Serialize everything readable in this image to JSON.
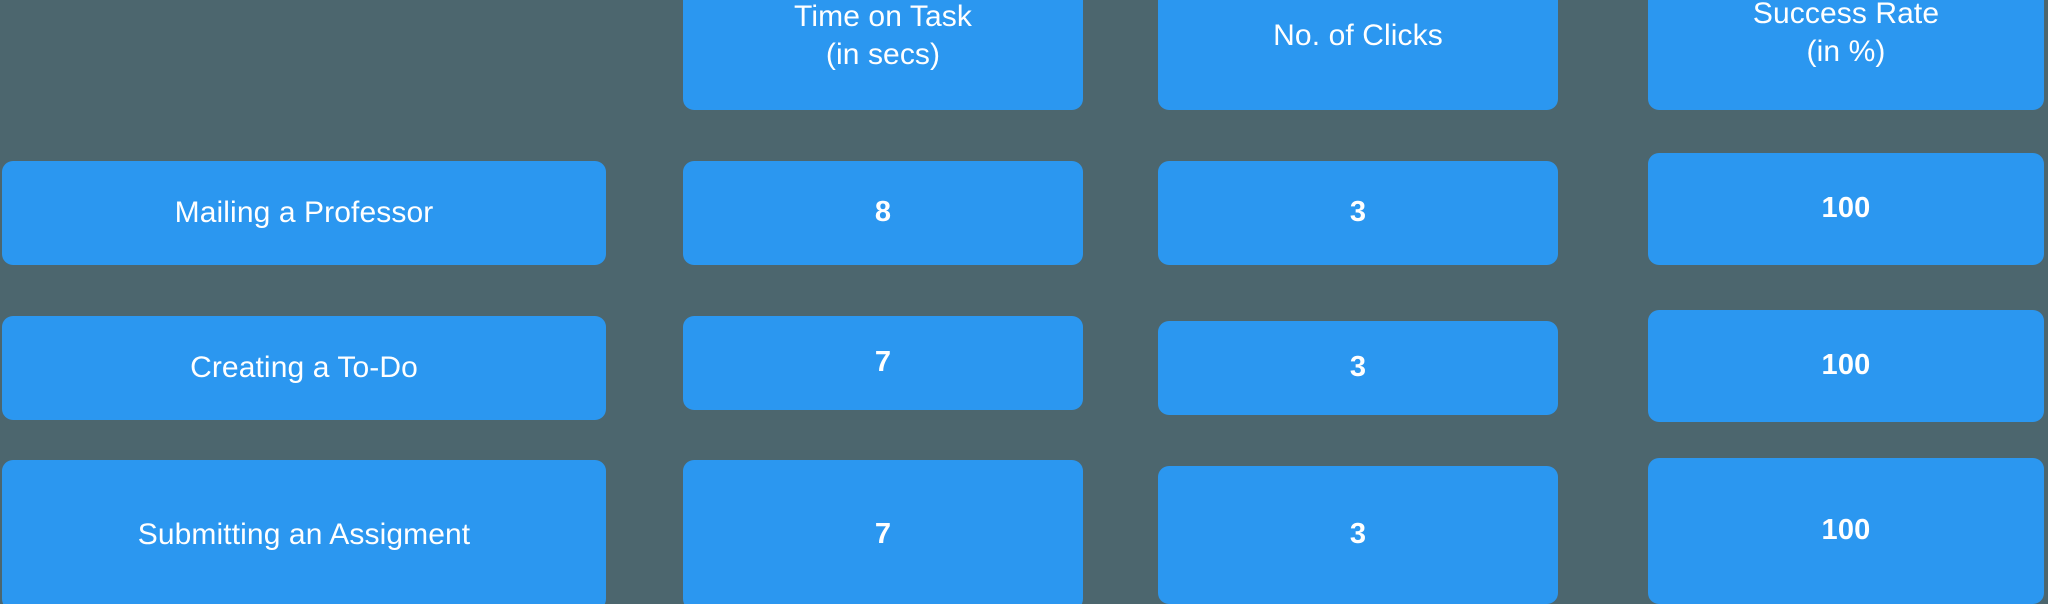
{
  "table": {
    "background_color": "#4c666e",
    "cell_color": "#2b97f0",
    "text_color": "#ffffff",
    "headers": {
      "task": "",
      "time_on_task": {
        "line1": "Time on Task",
        "line2": "(in secs)"
      },
      "clicks": {
        "line1": "No. of Clicks",
        "line2": ""
      },
      "success_rate": {
        "line1": "Success Rate",
        "line2": "(in %)"
      }
    },
    "rows": [
      {
        "task": "Mailing a Professor",
        "time_on_task": "8",
        "clicks": "3",
        "success_rate": "100"
      },
      {
        "task": "Creating a To-Do",
        "time_on_task": "7",
        "clicks": "3",
        "success_rate": "100"
      },
      {
        "task": "Submitting an Assigment",
        "time_on_task": "7",
        "clicks": "3",
        "success_rate": "100"
      }
    ]
  },
  "chart_data": {
    "type": "table",
    "title": "",
    "columns": [
      "",
      "Time on Task (in secs)",
      "No. of Clicks",
      "Success Rate (in %)"
    ],
    "categories": [
      "Mailing a Professor",
      "Creating a To-Do",
      "Submitting an Assigment"
    ],
    "series": [
      {
        "name": "Time on Task (in secs)",
        "values": [
          8,
          7,
          7
        ]
      },
      {
        "name": "No. of Clicks",
        "values": [
          3,
          3,
          3
        ]
      },
      {
        "name": "Success Rate (in %)",
        "values": [
          100,
          100,
          100
        ]
      }
    ],
    "xlabel": "",
    "ylabel": "",
    "grid": false,
    "legend": "none"
  }
}
